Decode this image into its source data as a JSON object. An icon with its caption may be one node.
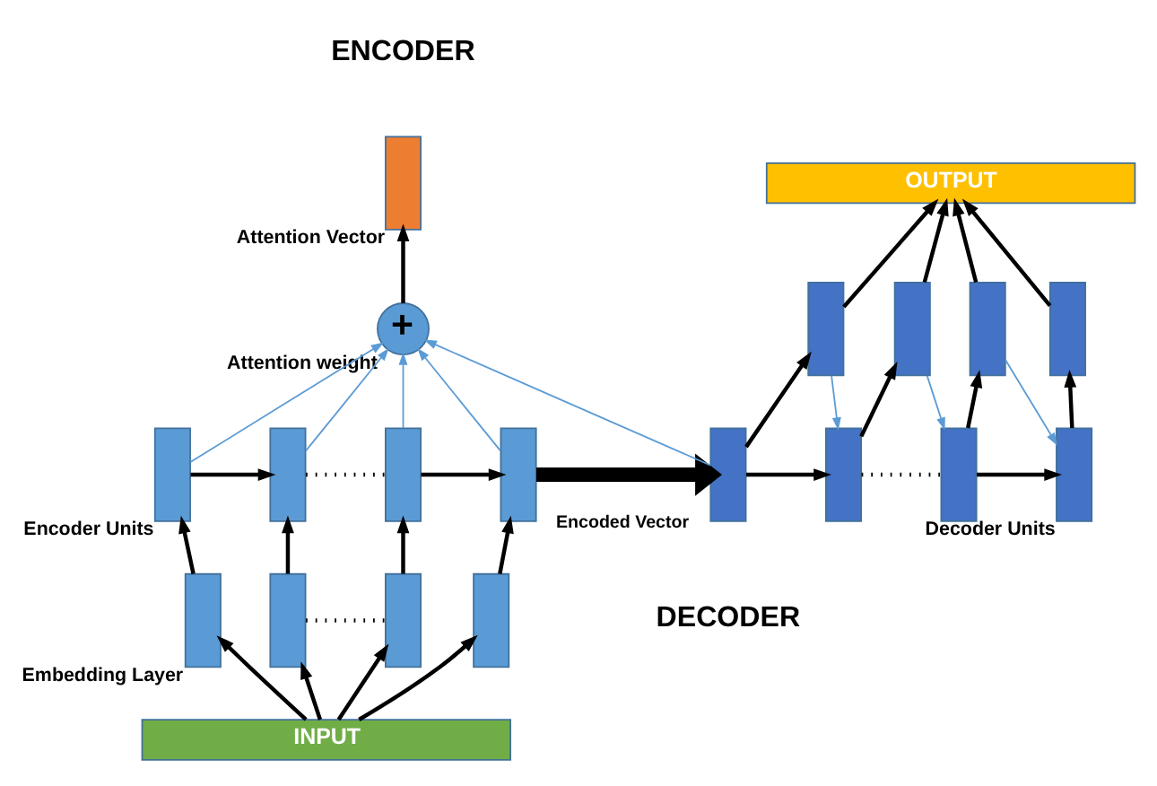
{
  "diagram": {
    "nodes": [
      {
        "text": [
          "INPUT"
        ]
      },
      {
        "text": [],
        "shape": "box",
        "beside": [
          "Embedding Layer"
        ]
      },
      {
        "text": [],
        "shape": "box"
      },
      {
        "text": [],
        "shape": "box"
      },
      {
        "text": [],
        "shape": "box"
      },
      {
        "text": [],
        "shape": "box",
        "beside": [
          "Encoder Units"
        ]
      },
      {
        "text": [],
        "shape": "box"
      },
      {
        "text": [],
        "shape": "box"
      },
      {
        "text": [],
        "shape": "box"
      },
      {
        "text": [
          "+"
        ],
        "beside": [
          "Attention weight"
        ]
      },
      {
        "text": [],
        "shape": "box",
        "beside": [
          "Attention Vector"
        ]
      },
      {
        "text": [],
        "shape": "box"
      },
      {
        "text": [],
        "shape": "box"
      },
      {
        "text": [],
        "shape": "box"
      },
      {
        "text": [],
        "shape": "box",
        "beside": [
          "Decoder Units"
        ]
      },
      {
        "text": [],
        "shape": "box"
      },
      {
        "text": [],
        "shape": "box"
      },
      {
        "text": [],
        "shape": "box"
      },
      {
        "text": [],
        "shape": "box"
      },
      {
        "text": [
          "OUTPUT"
        ]
      }
    ],
    "edges": [
      {
        "from": 0,
        "to": 1,
        "arrow": "to"
      },
      {
        "from": 0,
        "to": 2,
        "arrow": "to"
      },
      {
        "from": 0,
        "to": 3,
        "arrow": "to"
      },
      {
        "from": 0,
        "to": 4,
        "arrow": "to"
      },
      {
        "from": 1,
        "to": 5,
        "arrow": "to"
      },
      {
        "from": 2,
        "to": 6,
        "arrow": "to"
      },
      {
        "from": 3,
        "to": 7,
        "arrow": "to"
      },
      {
        "from": 4,
        "to": 8,
        "arrow": "to"
      },
      {
        "from": 2,
        "to": 3,
        "arrow": "none",
        "style": "dashed"
      },
      {
        "from": 5,
        "to": 6,
        "arrow": "to"
      },
      {
        "from": 6,
        "to": 7,
        "arrow": "none",
        "style": "dashed"
      },
      {
        "from": 7,
        "to": 8,
        "arrow": "to"
      },
      {
        "from": 5,
        "to": 9,
        "arrow": "to",
        "color": "#5b9bd5"
      },
      {
        "from": 6,
        "to": 9,
        "arrow": "to",
        "color": "#5b9bd5"
      },
      {
        "from": 7,
        "to": 9,
        "arrow": "to",
        "color": "#5b9bd5"
      },
      {
        "from": 8,
        "to": 9,
        "arrow": "to",
        "color": "#5b9bd5"
      },
      {
        "from": 11,
        "to": 9,
        "arrow": "to",
        "color": "#5b9bd5"
      },
      {
        "from": 9,
        "to": 10,
        "arrow": "to"
      },
      {
        "from": 8,
        "to": 11,
        "arrow": "to",
        "label": "Encoded Vector",
        "style": "thick"
      },
      {
        "from": 11,
        "to": 12,
        "arrow": "to"
      },
      {
        "from": 12,
        "to": 13,
        "arrow": "none",
        "style": "dashed"
      },
      {
        "from": 13,
        "to": 14,
        "arrow": "to"
      },
      {
        "from": 11,
        "to": 15,
        "arrow": "to"
      },
      {
        "from": 12,
        "to": 16,
        "arrow": "to"
      },
      {
        "from": 13,
        "to": 17,
        "arrow": "to"
      },
      {
        "from": 14,
        "to": 18,
        "arrow": "to"
      },
      {
        "from": 15,
        "to": 19,
        "arrow": "to"
      },
      {
        "from": 16,
        "to": 19,
        "arrow": "to"
      },
      {
        "from": 17,
        "to": 19,
        "arrow": "to"
      },
      {
        "from": 18,
        "to": 19,
        "arrow": "to"
      },
      {
        "from": 15,
        "to": 12,
        "arrow": "to",
        "color": "#5b9bd5"
      },
      {
        "from": 16,
        "to": 13,
        "arrow": "to",
        "color": "#5b9bd5"
      },
      {
        "from": 17,
        "to": 14,
        "arrow": "to",
        "color": "#5b9bd5"
      }
    ],
    "labels": [
      "ENCODER",
      "DECODER"
    ]
  }
}
